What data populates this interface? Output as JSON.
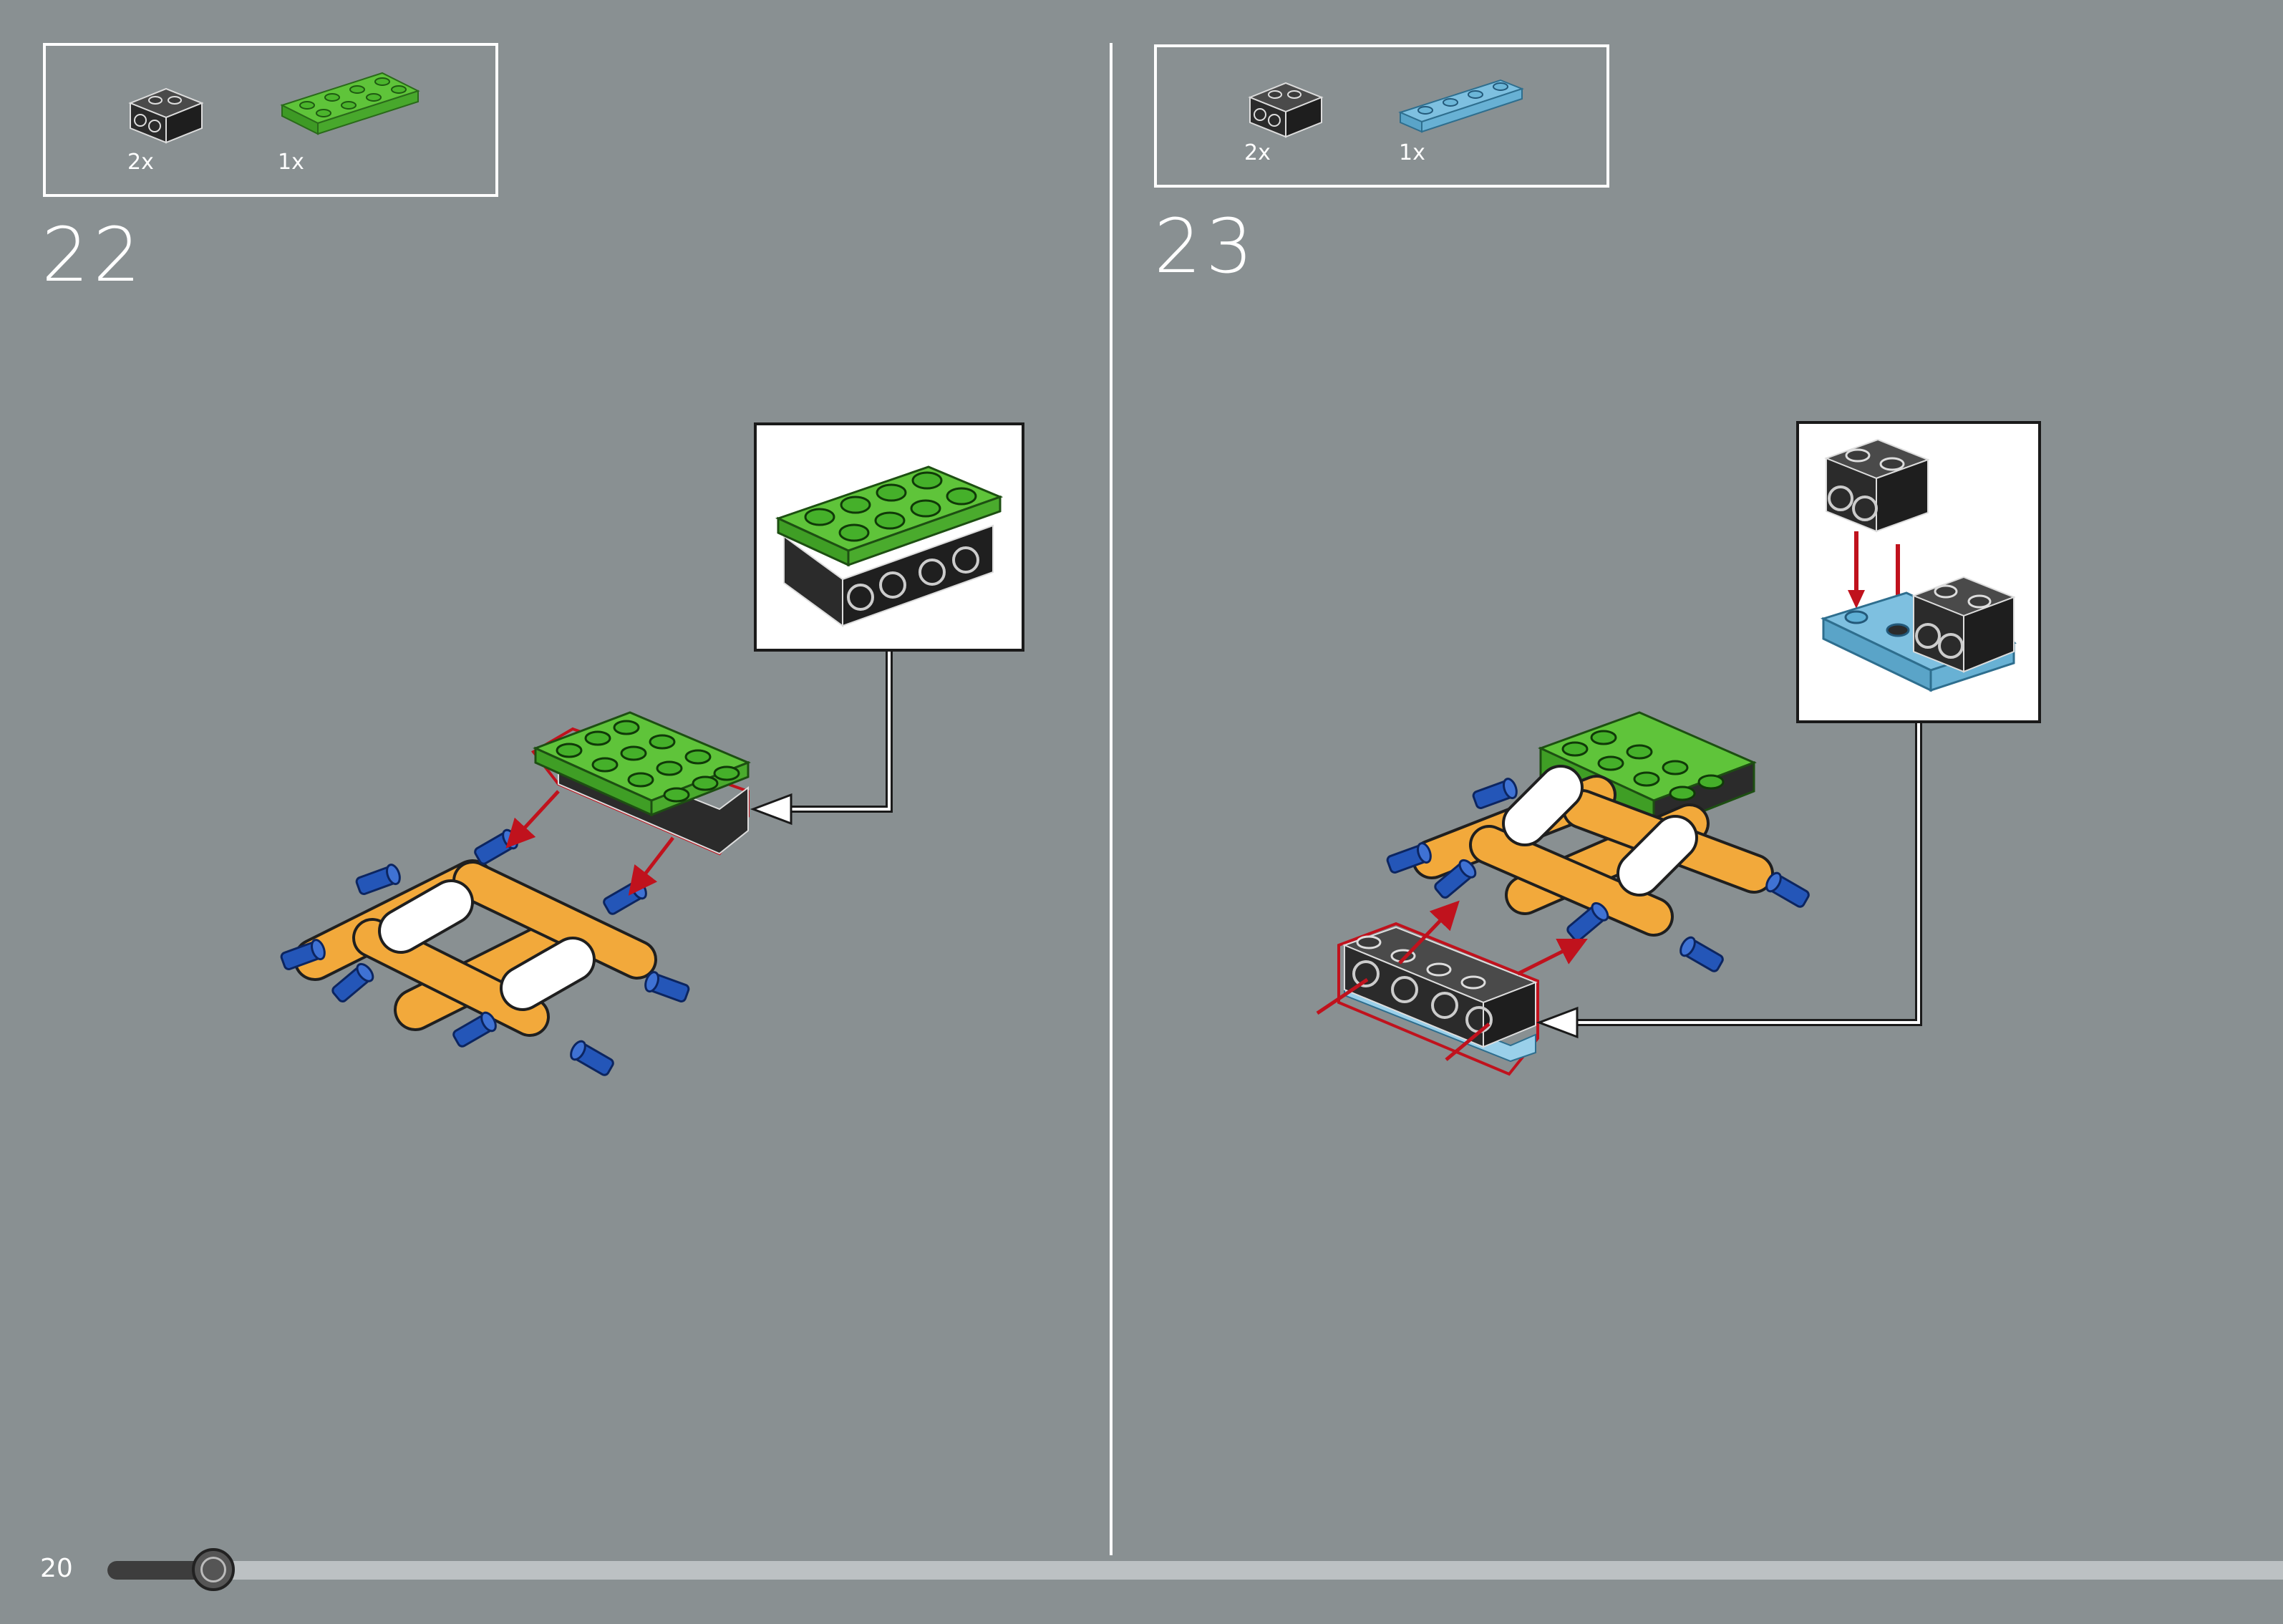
{
  "colors": {
    "background": "#899092",
    "brick_black": "#2b2b2b",
    "plate_green": "#5fc43a",
    "plate_blue": "#7ec0e0",
    "frame_orange": "#f2a93b",
    "pin_blue": "#2456b8",
    "highlight_red": "#c0121d"
  },
  "steps": [
    {
      "number": "22",
      "parts": [
        {
          "icon": "black-technic-brick-icon",
          "qty": "2x"
        },
        {
          "icon": "green-plate-2x4-icon",
          "qty": "1x"
        }
      ]
    },
    {
      "number": "23",
      "parts": [
        {
          "icon": "black-technic-brick-icon",
          "qty": "2x"
        },
        {
          "icon": "blue-plate-1x4-icon",
          "qty": "1x"
        }
      ]
    }
  ],
  "footer": {
    "page_number": "20",
    "progress": 0.05
  }
}
